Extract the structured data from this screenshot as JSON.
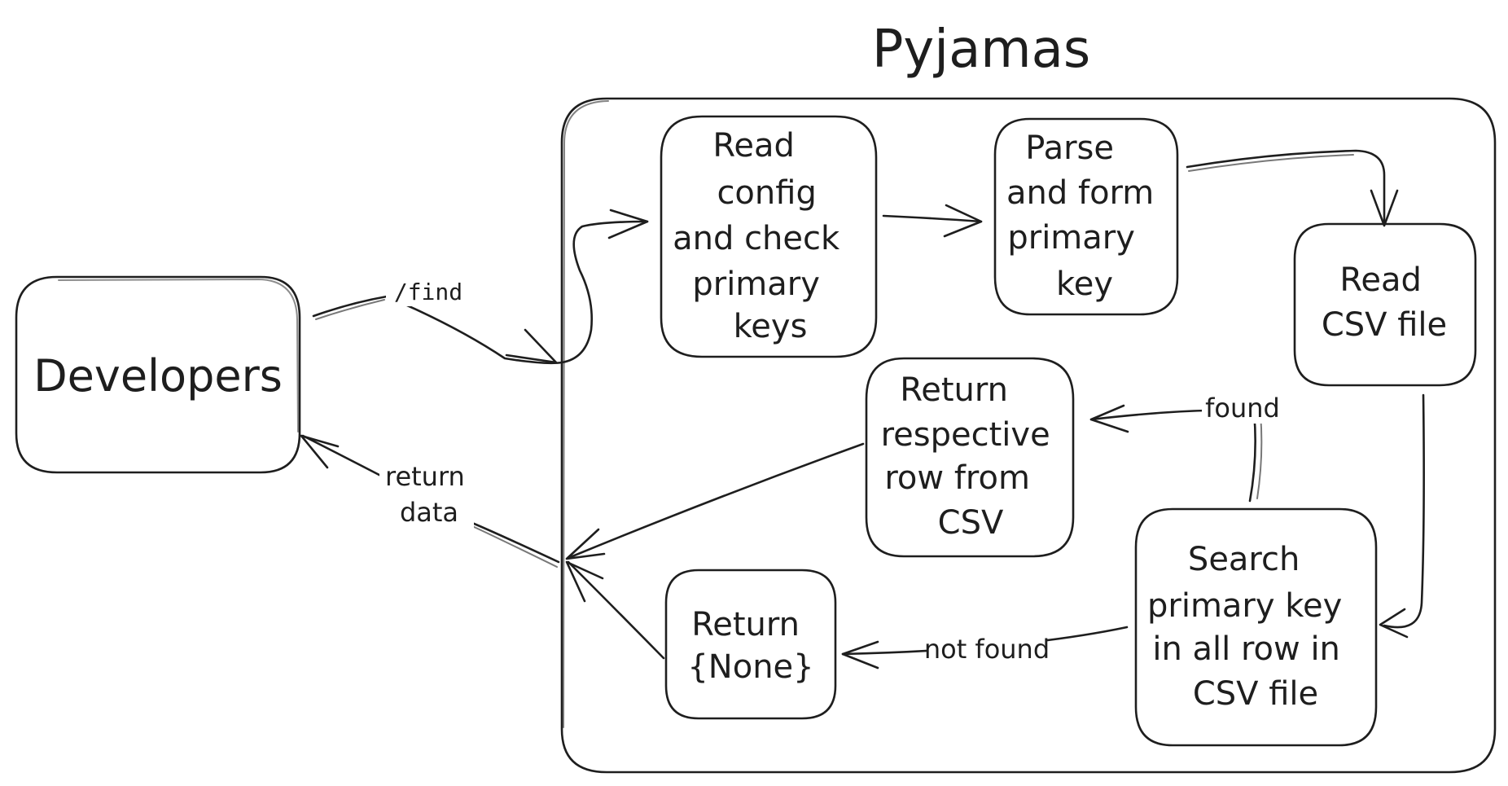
{
  "title": "Pyjamas",
  "nodes": {
    "developers": "Developers",
    "read_config": [
      "Read",
      "config",
      "and check",
      "primary",
      "keys"
    ],
    "parse_key": [
      "Parse",
      "and form",
      "primary",
      "key"
    ],
    "read_csv": [
      "Read",
      "CSV file"
    ],
    "return_row": [
      "Return",
      "respective",
      "row from",
      "CSV"
    ],
    "search_key": [
      "Search",
      "primary key",
      "in all row in",
      "CSV file"
    ],
    "return_none": [
      "Return",
      "{None}"
    ]
  },
  "edges": {
    "find": "/find",
    "return_data": [
      "return",
      "data"
    ],
    "found": "found",
    "not_found": "not found"
  }
}
